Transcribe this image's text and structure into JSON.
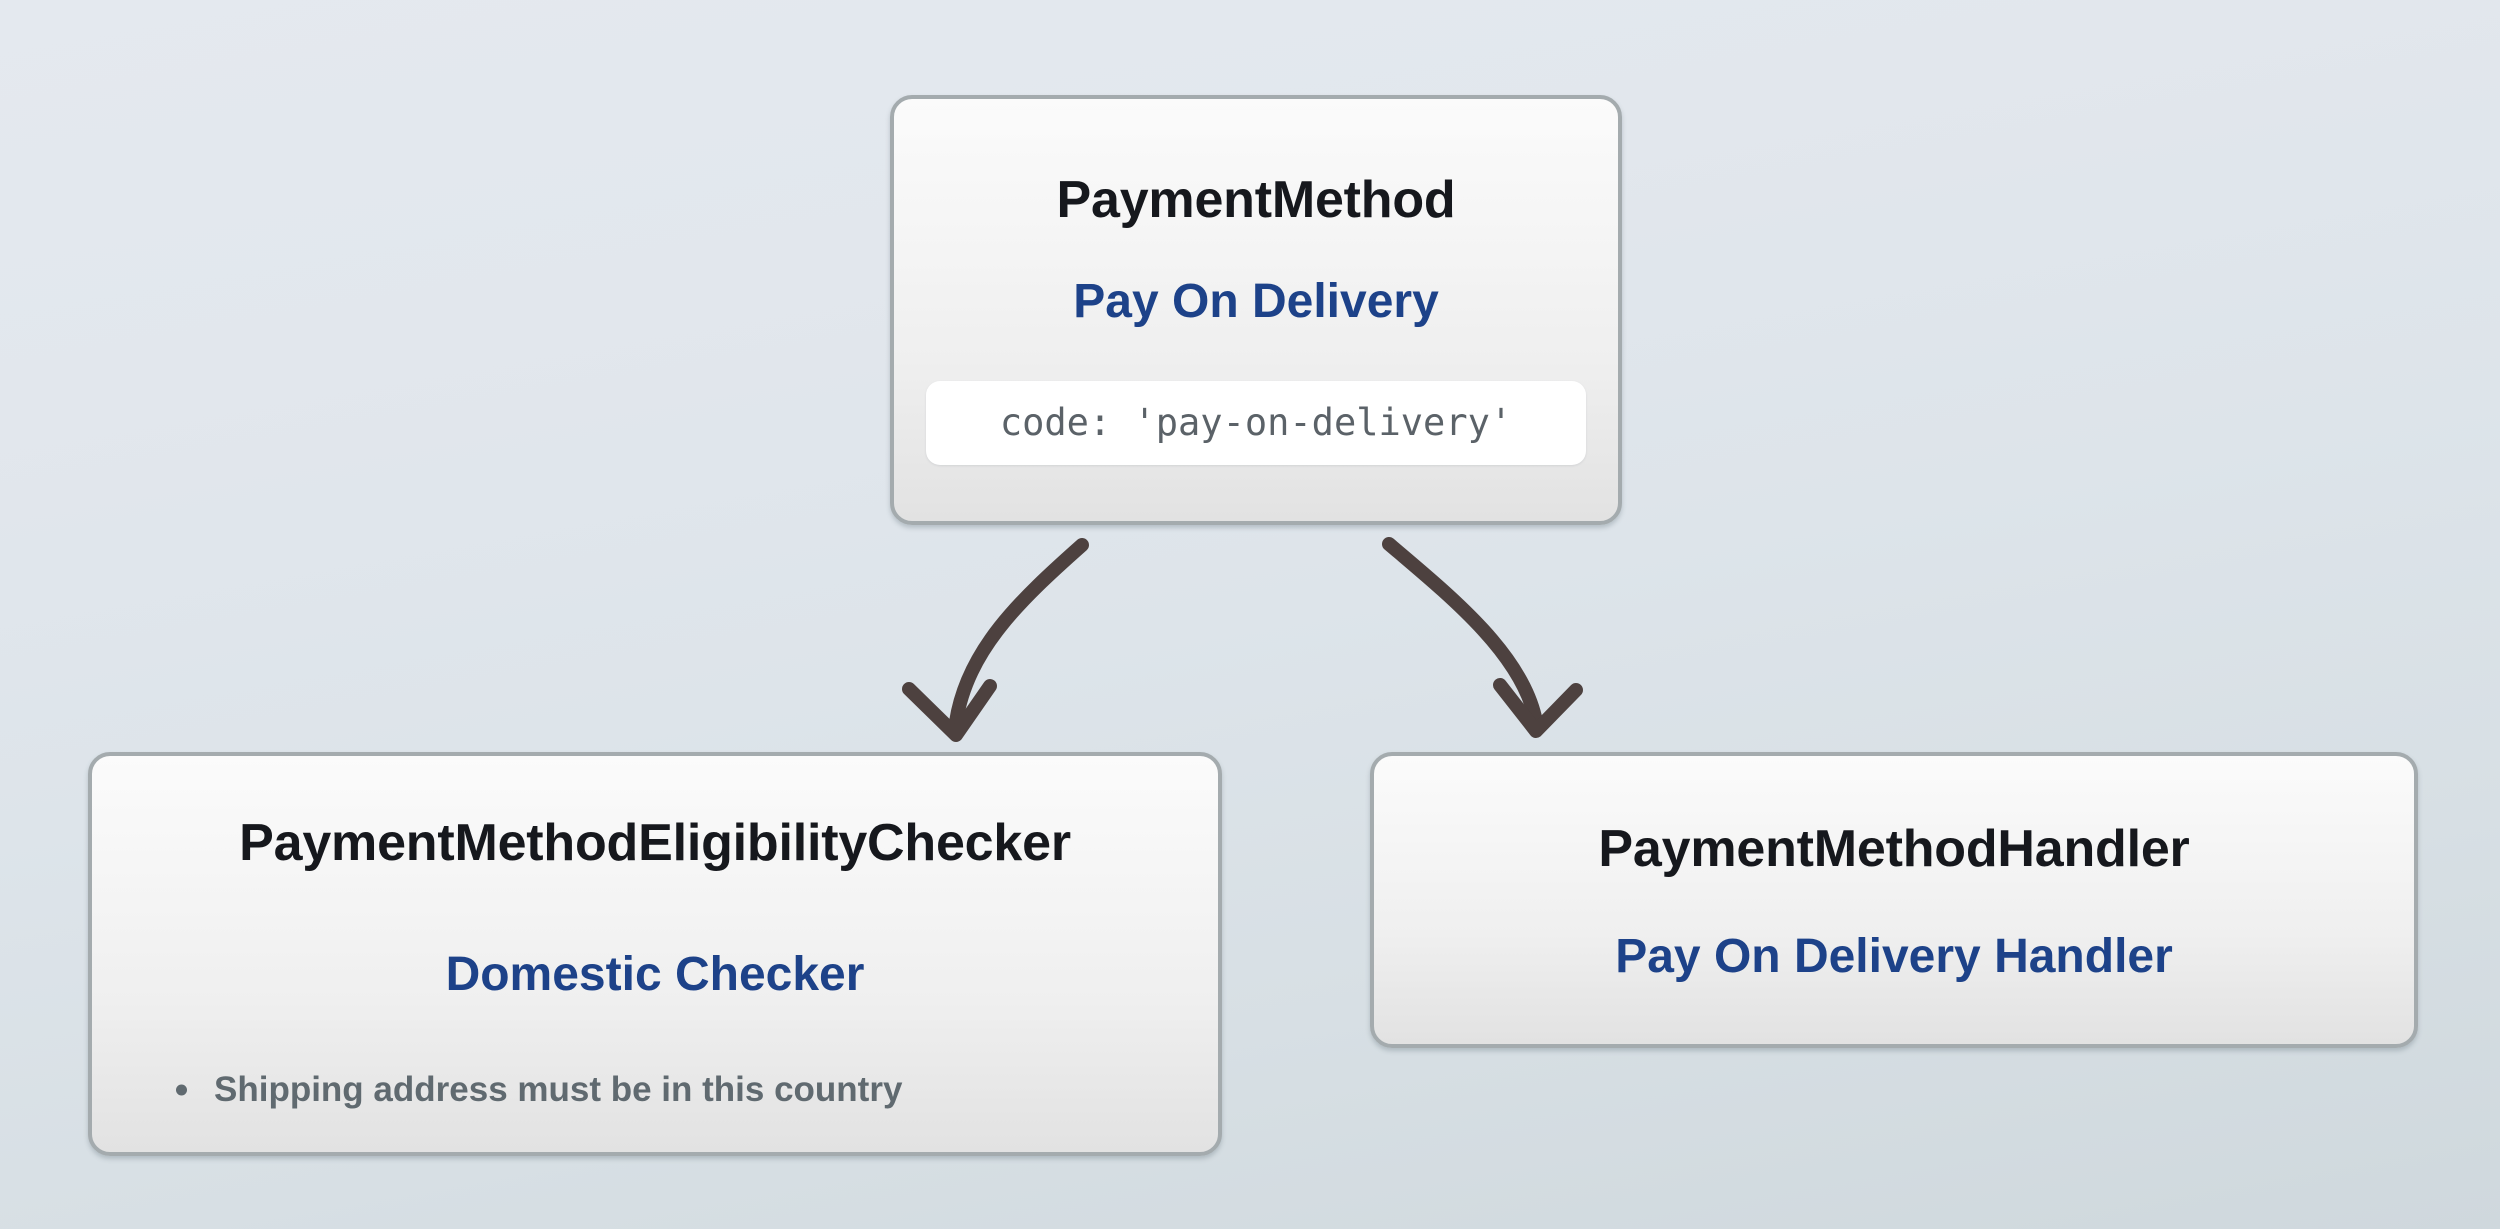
{
  "diagram": {
    "type": "relationship-diagram",
    "background_top_color": "#e4e9ef",
    "background_bottom_color": "#cfd8dd",
    "accent_color": "#1d4289",
    "title_color": "#16181d",
    "muted_color": "#606a70",
    "connector_color": "#4d413f",
    "card_border_color": "#a4abae"
  },
  "nodes": {
    "payment_method": {
      "title": "PaymentMethod",
      "subtitle": "Pay On Delivery",
      "code": "code: 'pay-on-delivery'"
    },
    "eligibility_checker": {
      "title": "PaymentMethodEligibilityChecker",
      "subtitle": "Domestic Checker",
      "bullets": [
        "Shipping address must be in this country"
      ]
    },
    "payment_method_handler": {
      "title": "PaymentMethodHandler",
      "subtitle": "Pay On Delivery Handler"
    }
  },
  "connectors": [
    {
      "name": "payment-method-to-eligibility-checker",
      "from": "payment_method",
      "to": "eligibility_checker",
      "style": "curved-arrow"
    },
    {
      "name": "payment-method-to-handler",
      "from": "payment_method",
      "to": "payment_method_handler",
      "style": "curved-arrow"
    }
  ]
}
